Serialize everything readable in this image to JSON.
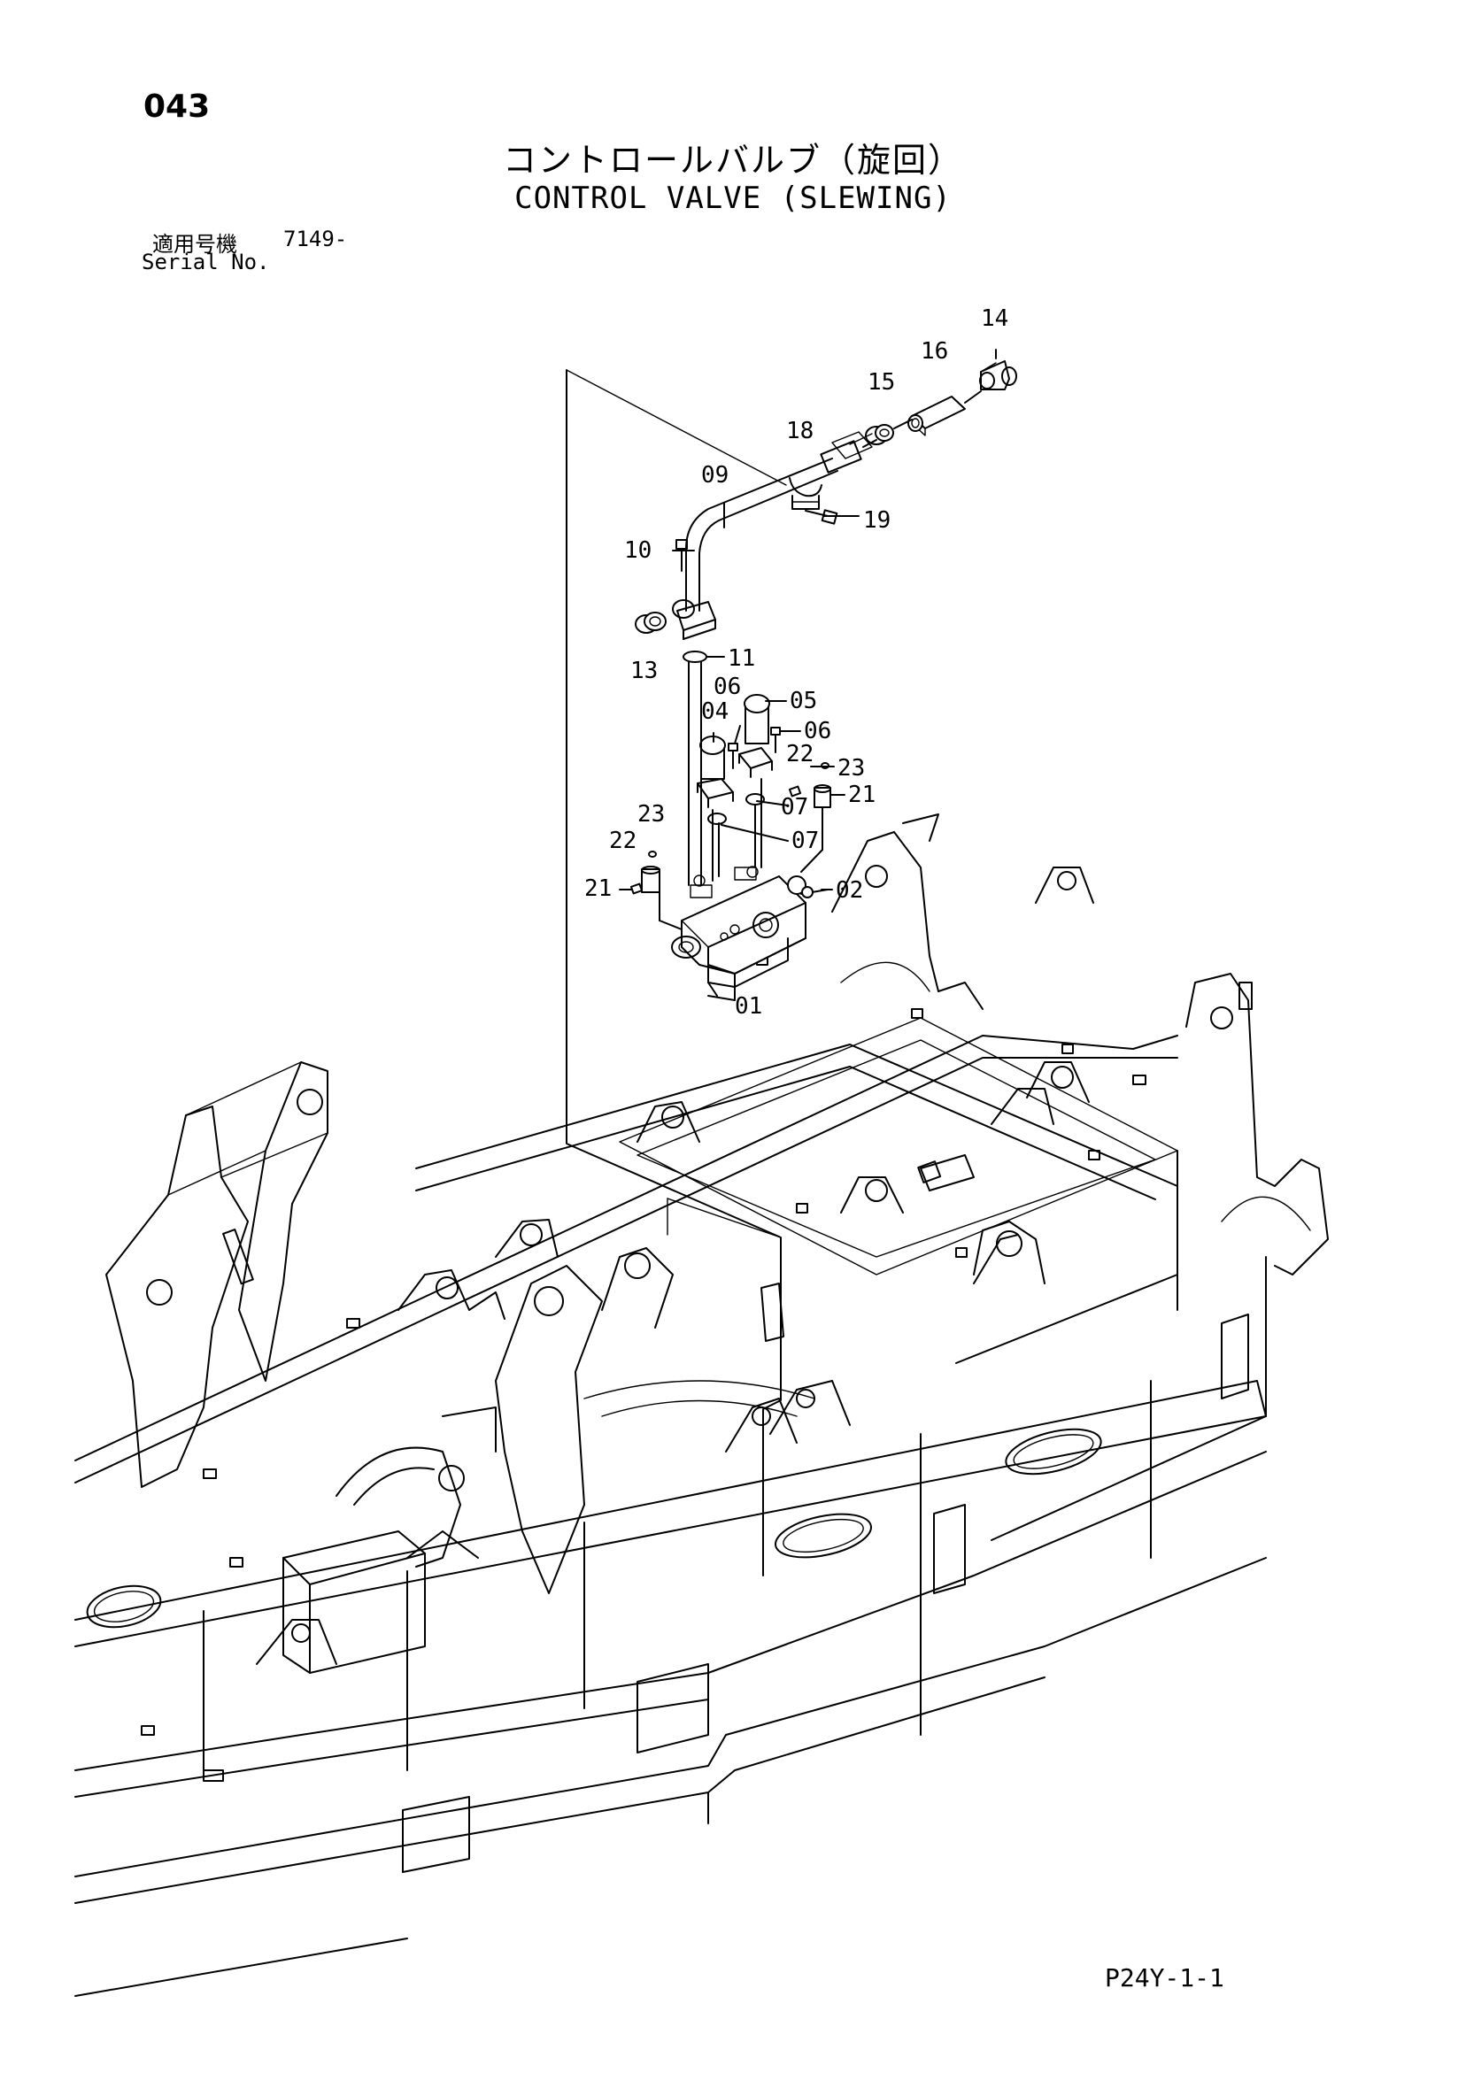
{
  "header": {
    "page_number": "043",
    "title_jp": "コントロールバルブ（旋回）",
    "title_en": "CONTROL VALVE (SLEWING)",
    "serial_label_jp": "適用号機",
    "serial_label_en": "Serial No.",
    "serial_value": "7149-"
  },
  "footer": {
    "page_code": "P24Y-1-1"
  },
  "callouts": {
    "c14": "14",
    "c16": "16",
    "c15": "15",
    "c18": "18",
    "c09": "09",
    "c19": "19",
    "c10": "10",
    "c13": "13",
    "c11": "11",
    "c06a": "06",
    "c04": "04",
    "c05": "05",
    "c06b": "06",
    "c22a": "22",
    "c23a": "23",
    "c07a": "07",
    "c21a": "21",
    "c07b": "07",
    "c23b": "23",
    "c22b": "22",
    "c21b": "21",
    "c02": "02",
    "c01": "01"
  }
}
